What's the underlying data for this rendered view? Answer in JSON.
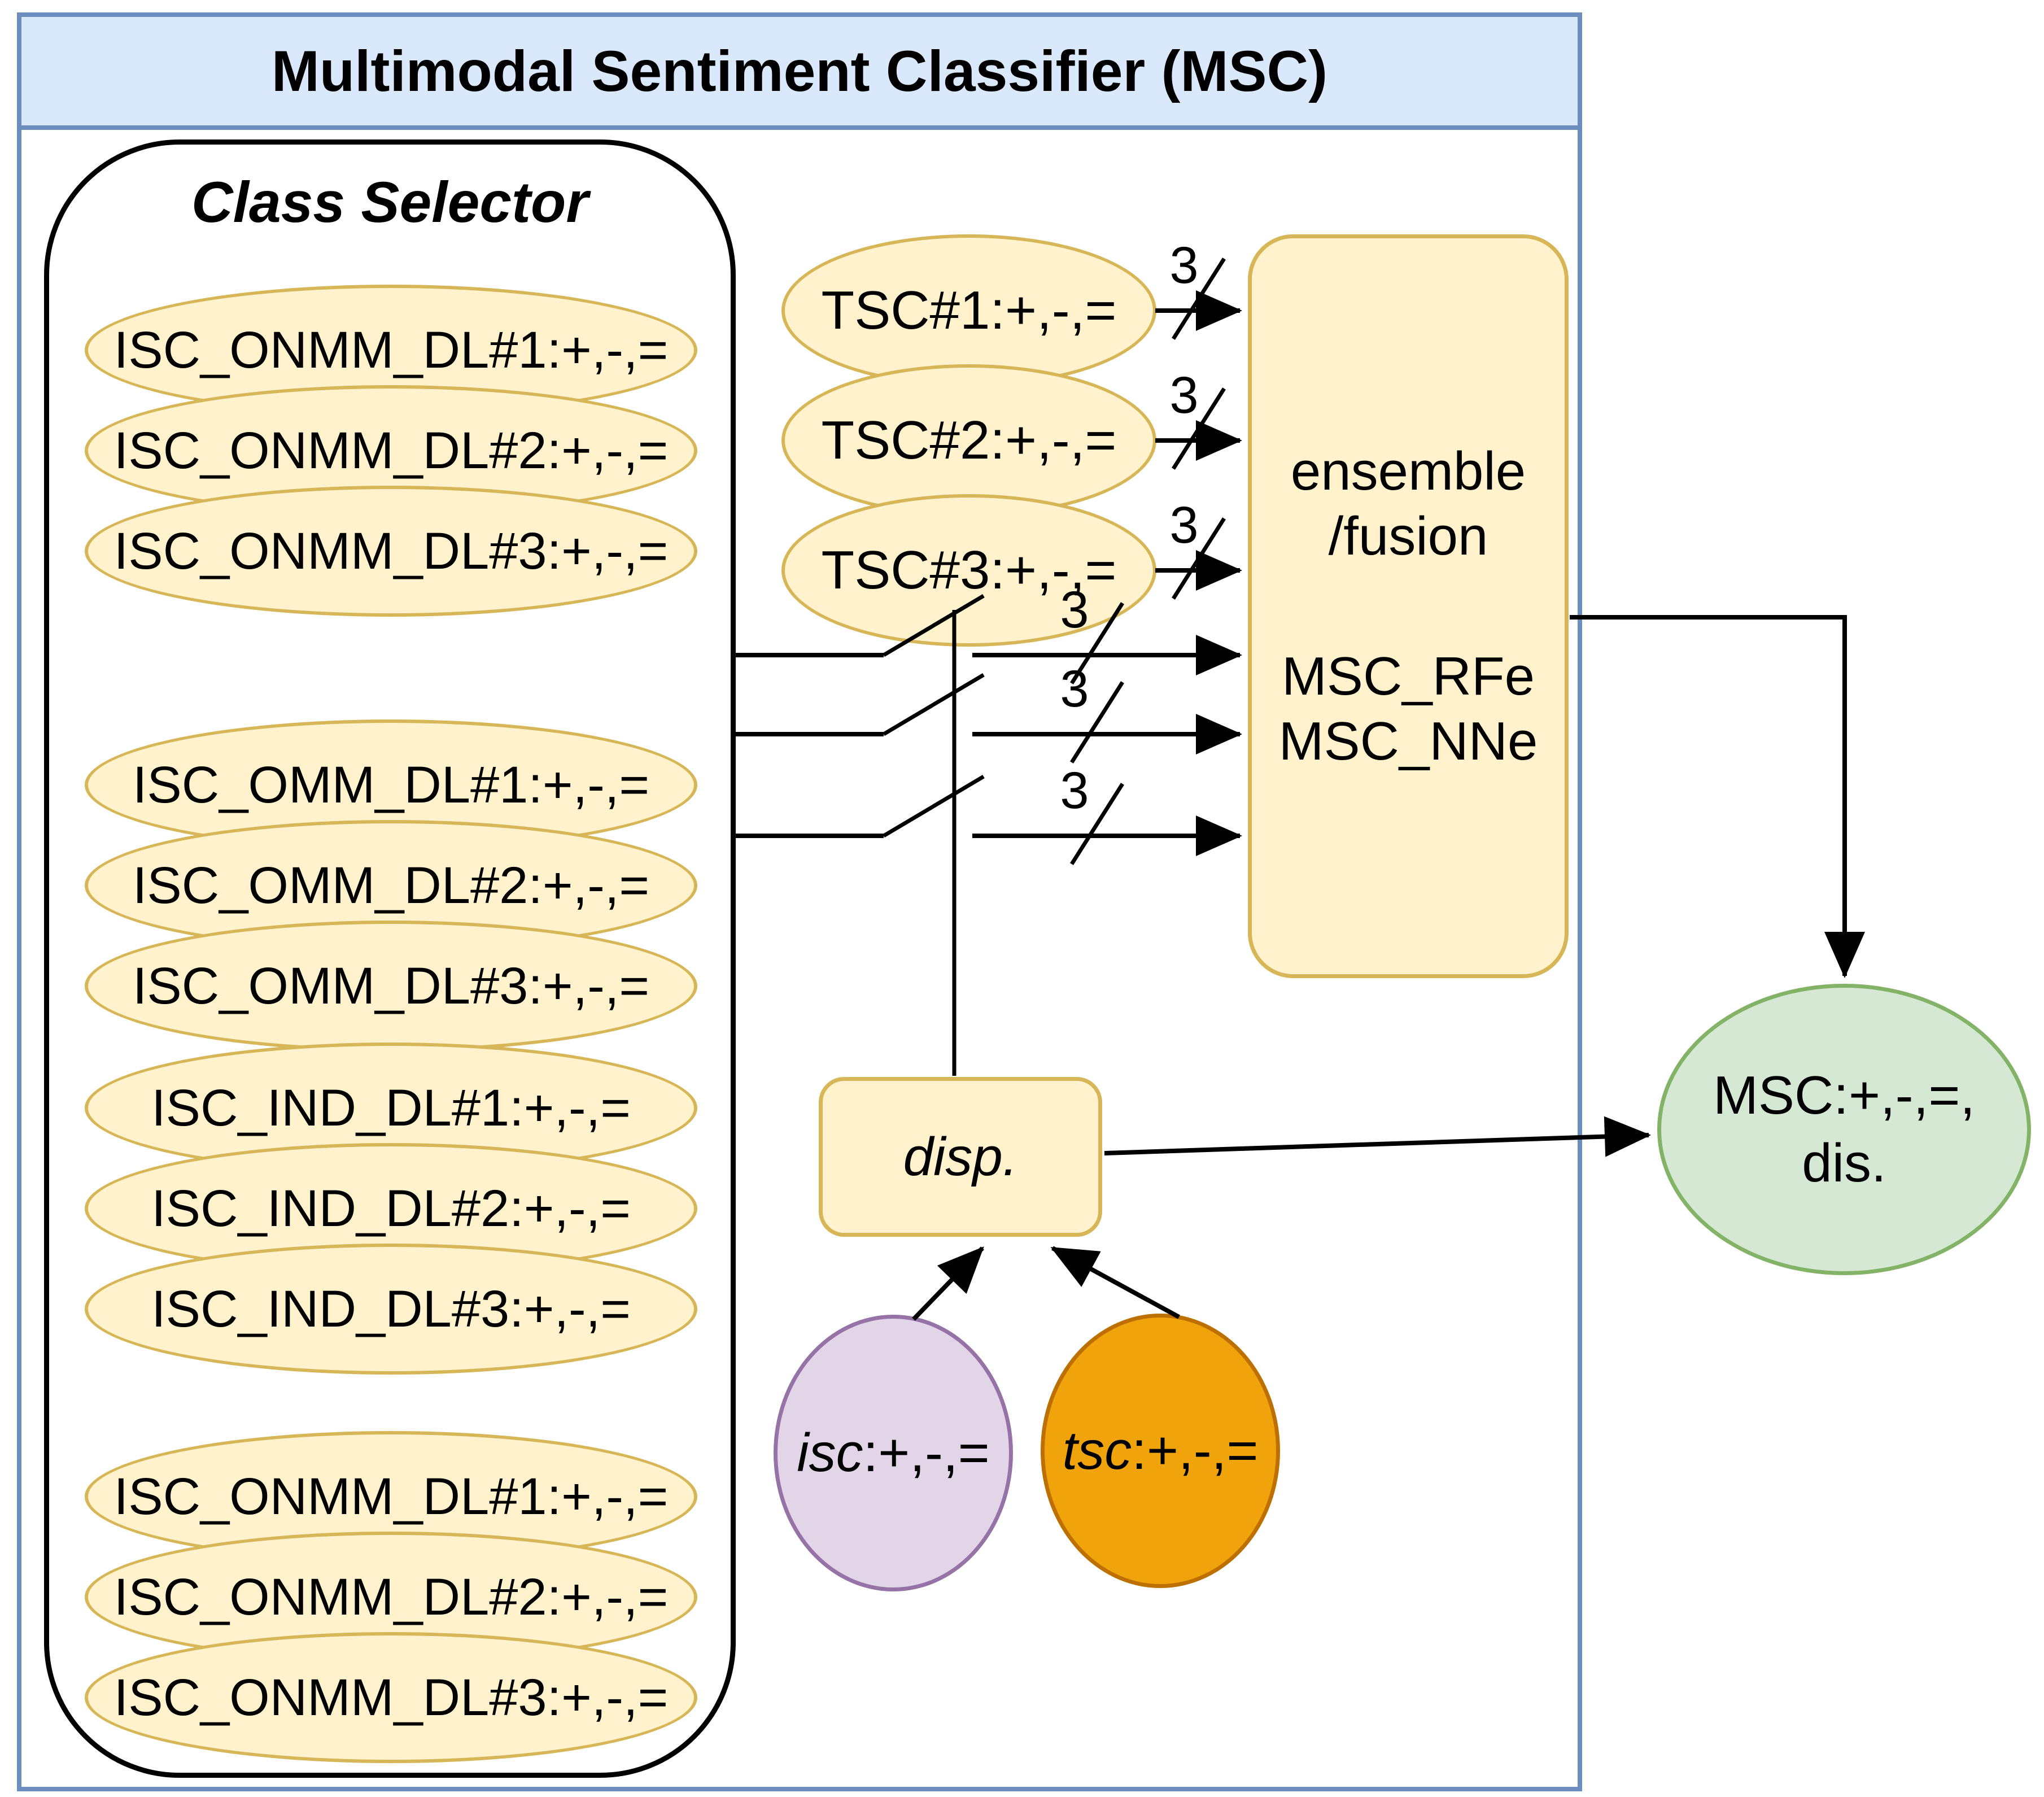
{
  "diagram": {
    "title": "Multimodal Sentiment Classifier (MSC)",
    "class_selector": {
      "title": "Class Selector",
      "groups": [
        {
          "items": [
            "ISC_ONMM_DL#1:+,-,=",
            "ISC_ONMM_DL#2:+,-,=",
            "ISC_ONMM_DL#3:+,-,="
          ]
        },
        {
          "items": [
            "ISC_OMM_DL#1:+,-,=",
            "ISC_OMM_DL#2:+,-,=",
            "ISC_OMM_DL#3:+,-,="
          ]
        },
        {
          "items": [
            "ISC_IND_DL#1:+,-,=",
            "ISC_IND_DL#2:+,-,=",
            "ISC_IND_DL#3:+,-,="
          ]
        },
        {
          "items": [
            "ISC_ONMM_DL#1:+,-,=",
            "ISC_ONMM_DL#2:+,-,=",
            "ISC_ONMM_DL#3:+,-,="
          ]
        }
      ]
    },
    "tsc_nodes": [
      "TSC#1:+,-,=",
      "TSC#2:+,-,=",
      "TSC#3:+,-,="
    ],
    "ensemble": {
      "method_line1": "ensemble",
      "method_line2": "/fusion",
      "model_line1": "MSC_RFe",
      "model_line2": "MSC_NNe"
    },
    "disp": {
      "label": "disp."
    },
    "aux_inputs": {
      "isc_prefix": "isc",
      "isc_suffix": ":+,-,=",
      "tsc_prefix": "tsc",
      "tsc_suffix": ":+,-,="
    },
    "output": {
      "line1": "MSC:+,-,=,",
      "line2": "dis."
    },
    "bus": {
      "width_label": "3"
    },
    "colors": {
      "container_border": "#6c8ebf",
      "container_header_fill": "#dae8fc",
      "node_fill": "#fff2cc",
      "node_stroke": "#d6b656",
      "selector_stroke": "#000000",
      "isc_fill": "#e1d5e7",
      "isc_stroke": "#9673a6",
      "tsc_fill": "#f0a30a",
      "tsc_stroke": "#bd7000",
      "output_fill": "#d5e8d4",
      "output_stroke": "#82b366",
      "line_color": "#000000"
    }
  }
}
